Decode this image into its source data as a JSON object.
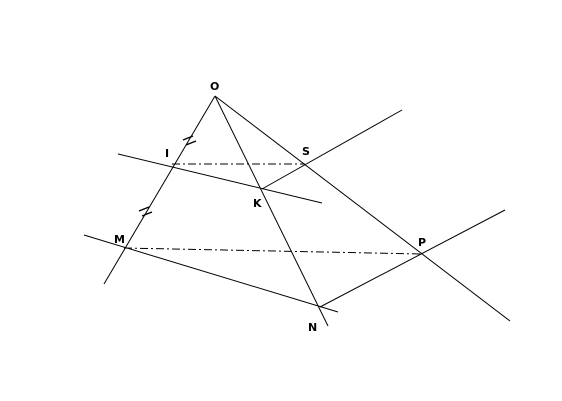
{
  "diagram": {
    "points": {
      "O": "O",
      "I": "I",
      "S": "S",
      "K": "K",
      "M": "M",
      "P": "P",
      "N": "N"
    },
    "colors": {
      "background": "#ffffff",
      "stroke": "#000000"
    }
  }
}
